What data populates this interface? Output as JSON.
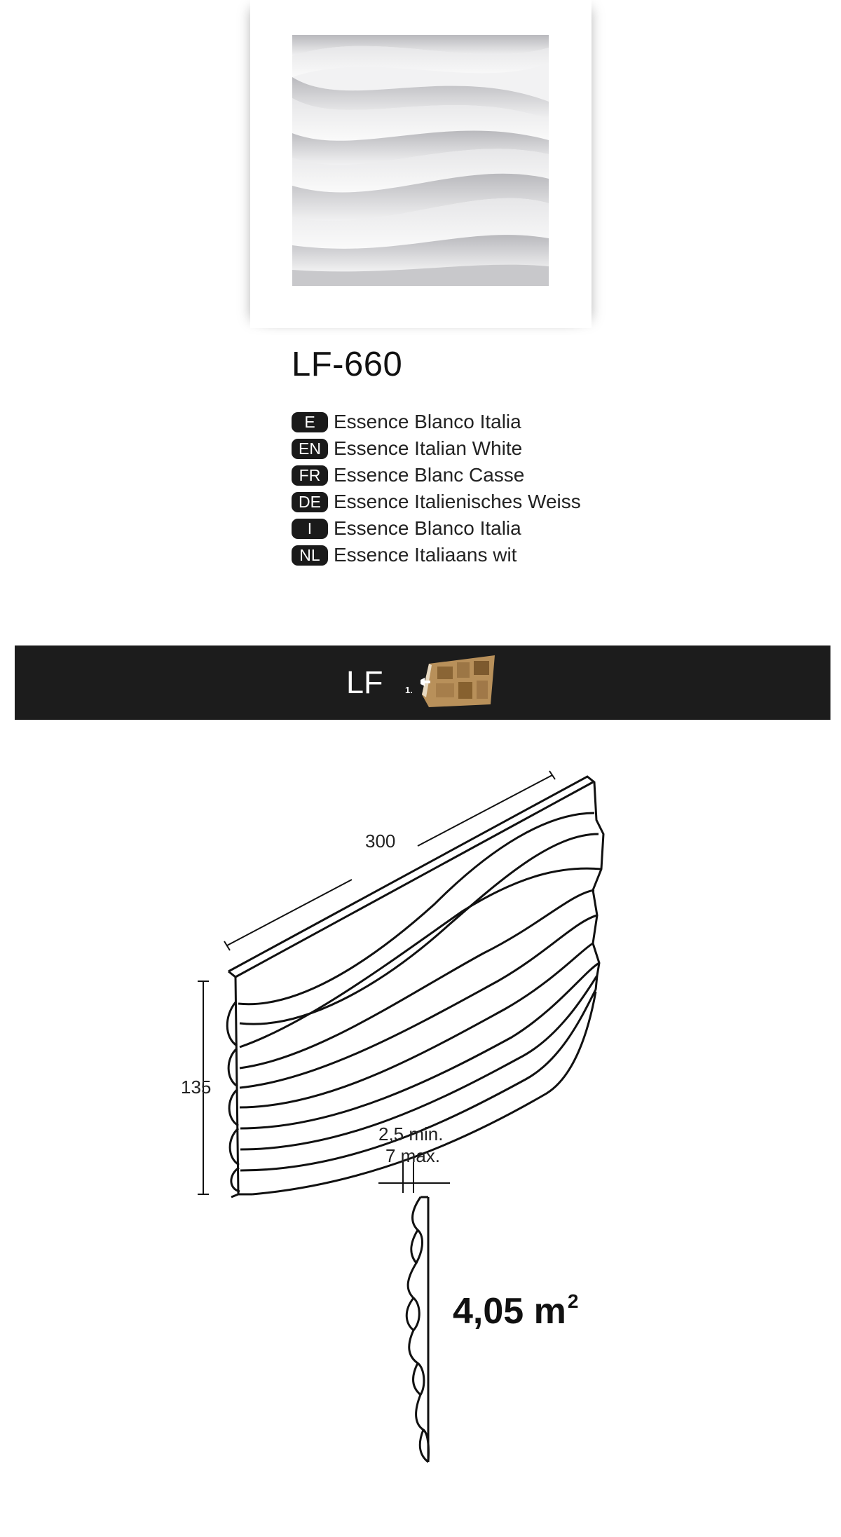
{
  "product": {
    "code": "LF-660",
    "names": [
      {
        "lang": "E",
        "text": "Essence Blanco Italia"
      },
      {
        "lang": "EN",
        "text": "Essence Italian White"
      },
      {
        "lang": "FR",
        "text": "Essence Blanc Casse"
      },
      {
        "lang": "DE",
        "text": "Essence Italienisches Weiss"
      },
      {
        "lang": "I",
        "text": "Essence Blanco Italia"
      },
      {
        "lang": "NL",
        "text": "Essence Italiaans wit"
      }
    ]
  },
  "band": {
    "label": "LF",
    "marker": "1."
  },
  "dimensions": {
    "length": "300",
    "height": "135",
    "thickness_min": "2,5 min.",
    "thickness_max": "7 max."
  },
  "coverage": {
    "value": "4,05 m",
    "unit_sup": "2"
  }
}
